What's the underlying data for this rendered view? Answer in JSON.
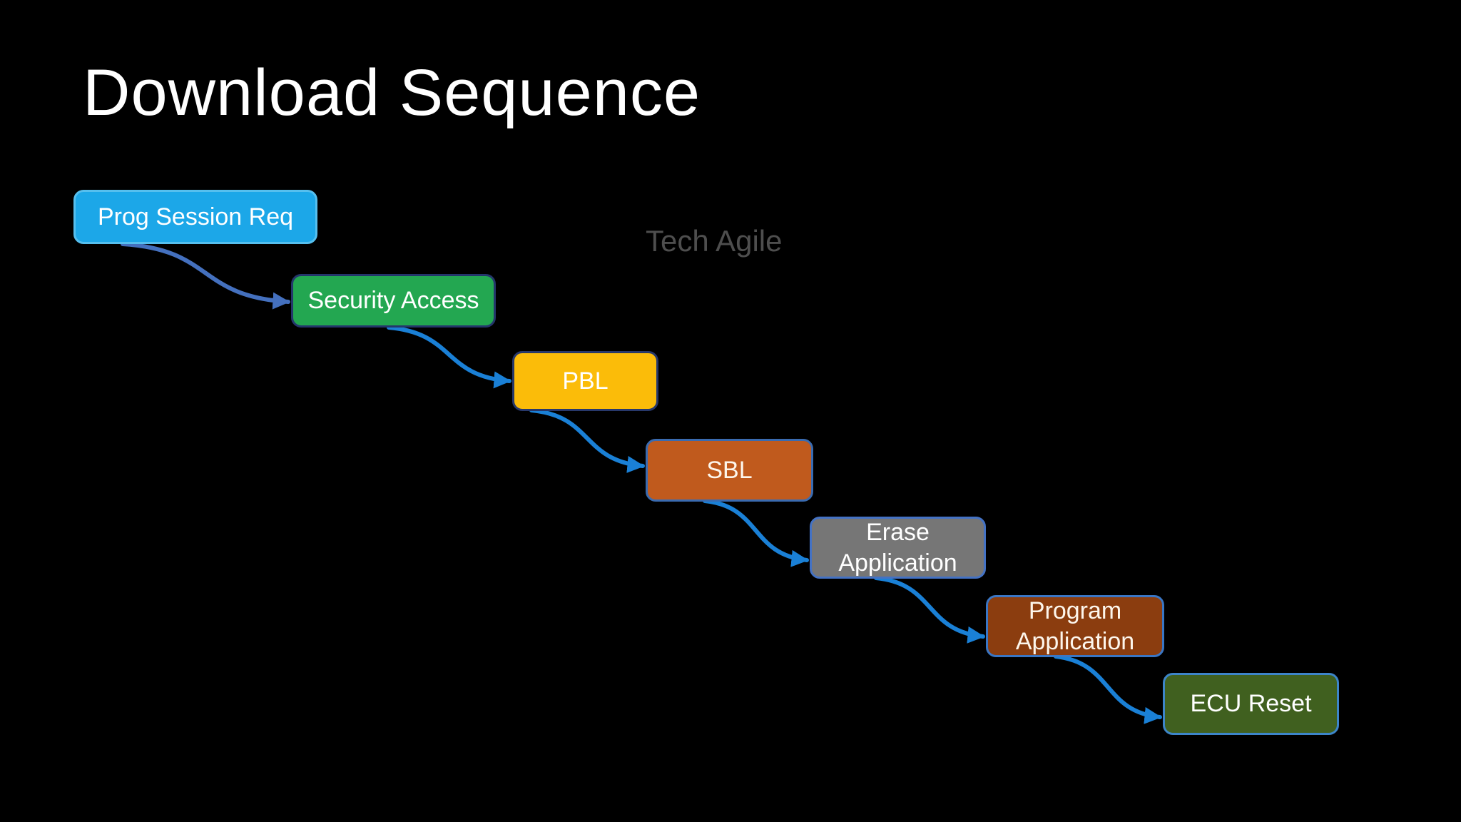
{
  "slide": {
    "title": "Download Sequence",
    "watermark": "Tech Agile",
    "background_color": "#000000",
    "title_color": "#ffffff",
    "watermark_color": "#4e4e4e"
  },
  "diagram": {
    "type": "flow-sequence",
    "arrow_first_color": "#4470be",
    "arrow_main_color": "#1a80d6",
    "nodes": [
      {
        "label": "Prog Session Req",
        "fill": "#1ca7e8",
        "border": "#56bfee",
        "text_color": "#ffffff"
      },
      {
        "label": "Security Access",
        "fill": "#23a751",
        "border": "#24366b",
        "text_color": "#ffffff"
      },
      {
        "label": "PBL",
        "fill": "#fbbc09",
        "border": "#27386b",
        "text_color": "#ffffff"
      },
      {
        "label": "SBL",
        "fill": "#c05a1d",
        "border": "#3a6bb0",
        "text_color": "#fdf6ec"
      },
      {
        "label": "Erase Application",
        "fill": "#767676",
        "border": "#4472c4",
        "text_color": "#ffffff"
      },
      {
        "label": "Program Application",
        "fill": "#8b3d0f",
        "border": "#3a76c4",
        "text_color": "#fdf6ec"
      },
      {
        "label": "ECU Reset",
        "fill": "#40601f",
        "border": "#3d85c9",
        "text_color": "#ffffff"
      }
    ],
    "edges": [
      {
        "from": "Prog Session Req",
        "to": "Security Access"
      },
      {
        "from": "Security Access",
        "to": "PBL"
      },
      {
        "from": "PBL",
        "to": "SBL"
      },
      {
        "from": "SBL",
        "to": "Erase Application"
      },
      {
        "from": "Erase Application",
        "to": "Program Application"
      },
      {
        "from": "Program Application",
        "to": "ECU Reset"
      }
    ]
  }
}
